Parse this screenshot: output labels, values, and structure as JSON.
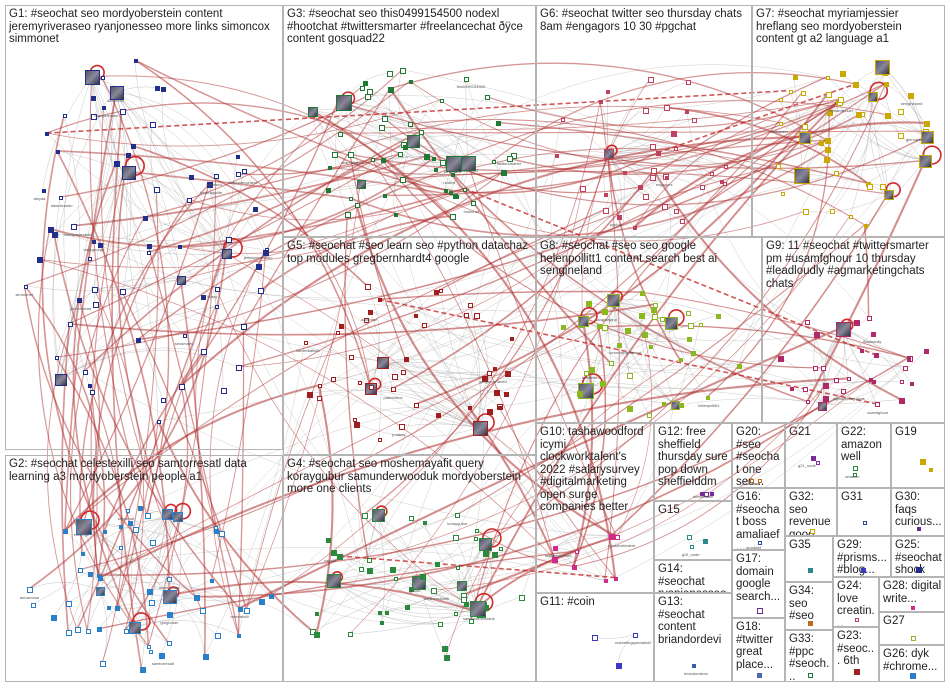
{
  "graph": {
    "groups": [
      {
        "id": "G1",
        "label": "G1: #seochat seo mordyoberstein content jeremyriveraseo ryanjonesseo more links simoncox simmonet",
        "color": "#1f2f8a"
      },
      {
        "id": "G2",
        "label": "G2: #seochat celestexilli seo samtorresatl data learning a3 mordyoberstein people a1",
        "color": "#2a7fc9"
      },
      {
        "id": "G3",
        "label": "G3: #seochat seo this0499154500 nodexl #hootchat #twittersmarter #freelancechat ðÿce content gosquad22",
        "color": "#1e7a35"
      },
      {
        "id": "G4",
        "label": "G4: #seochat seo moshemayafit query koraygubur samunderwooduk mordyoberstein more one clients",
        "color": "#2a8a3c"
      },
      {
        "id": "G5",
        "label": "G5: #seochat #seo learn seo #python datachaz top modules gregbernhardt4 google",
        "color": "#a01e1e"
      },
      {
        "id": "G6",
        "label": "G6: #seochat twitter seo thursday chats 8am #engagors 10 30 #pgchat",
        "color": "#c04060"
      },
      {
        "id": "G7",
        "label": "G7: #seochat myriamjessier hreflang seo mordyoberstein content gt a2 language a1",
        "color": "#c9a800"
      },
      {
        "id": "G8",
        "label": "G8: #seochat #seo seo google helenpollitt1 content search best ai sengineland",
        "color": "#8ab81e"
      },
      {
        "id": "G9",
        "label": "G9: 11 #seochat #twittersmarter pm #usamfghour 10 thursday #leadloudly #agmarketingchats chats",
        "color": "#b02a6a"
      },
      {
        "id": "G10",
        "label": "G10: tashawoodford icymi clockworktalent's 2022 #salarysurvey #digitalmarketing open surge companies better",
        "color": "#d02a8a"
      },
      {
        "id": "G11",
        "label": "G11: #coin",
        "color": "#3a3ac0"
      },
      {
        "id": "G12",
        "label": "G12: free sheffield thursday sure pop down sheffielddm",
        "color": "#7a2a9a"
      },
      {
        "id": "G13",
        "label": "G13: #seochat content briandordevi",
        "color": "#3a5ab0"
      },
      {
        "id": "G14",
        "label": "G14: #seochat ryanjonesseo one...",
        "color": "#5a3ab0"
      },
      {
        "id": "G15",
        "label": "G15",
        "color": "#2a8a8a"
      },
      {
        "id": "G16",
        "label": "G16: #seochat boss amaliaef...",
        "color": "#2a4aa0"
      },
      {
        "id": "G17",
        "label": "G17: domain google search...",
        "color": "#6a2a8a"
      },
      {
        "id": "G18",
        "label": "G18: #twitter great place...",
        "color": "#4a6ab0"
      },
      {
        "id": "G19",
        "label": "G19",
        "color": "#c9a800"
      },
      {
        "id": "G20",
        "label": "G20: #seo #seochat one seo...",
        "color": "#c06a20"
      },
      {
        "id": "G21",
        "label": "G21",
        "color": "#7a2a9a"
      },
      {
        "id": "G22",
        "label": "G22: amazon well",
        "color": "#2a8a3c"
      },
      {
        "id": "G23",
        "label": "G23: #seoc... 6th",
        "color": "#a01e1e"
      },
      {
        "id": "G24",
        "label": "G24: love creatin...",
        "color": "#c04060"
      },
      {
        "id": "G25",
        "label": "G25: #seochat shock",
        "color": "#1f2f8a"
      },
      {
        "id": "G26",
        "label": "G26: dyk #chrome...",
        "color": "#2a7fc9"
      },
      {
        "id": "G27",
        "label": "G27",
        "color": "#8ab81e"
      },
      {
        "id": "G28",
        "label": "G28: digital write...",
        "color": "#d02a8a"
      },
      {
        "id": "G29",
        "label": "G29: #prisms... #blog...",
        "color": "#3a3ac0"
      },
      {
        "id": "G30",
        "label": "G30: faqs curious...",
        "color": "#6a2a8a"
      },
      {
        "id": "G31",
        "label": "G31",
        "color": "#2a4aa0"
      },
      {
        "id": "G32",
        "label": "G32: seo revenue good...",
        "color": "#c9a800"
      },
      {
        "id": "G33",
        "label": "G33: #ppc #seoch...",
        "color": "#1e7a35"
      },
      {
        "id": "G34",
        "label": "G34: seo #seo",
        "color": "#c06a20"
      },
      {
        "id": "G35",
        "label": "G35",
        "color": "#2a8a8a"
      }
    ],
    "node_labels": {
      "G1": [
        "jeremyriveraseo",
        "mordyoberstein",
        "ryanjonesseo",
        "simoncox",
        "simmonet",
        "fortunatecontent",
        "kristinapolite",
        "seosmarty",
        "aleyda",
        "dawnieando",
        "lilyray",
        "saijogeorge",
        "jonhenshaw",
        "bamfseo"
      ],
      "G2": [
        "celestexilli",
        "samtorresatl",
        "kevin_indig",
        "ericenge",
        "annacrowe",
        "sejournal",
        "gregboser"
      ],
      "G3": [
        "this0499154500",
        "gosquad22",
        "nodexl",
        "hootchat",
        "twittersmarter",
        "johnmu",
        "searchliaison"
      ],
      "G4": [
        "moshemayafit",
        "koraygubur",
        "samunderwooduk",
        "navahf",
        "gyllion"
      ],
      "G5": [
        "datachaz",
        "gregbernhardt4",
        "hamletbatista",
        "jroakes",
        "patrickstox"
      ],
      "G6": [
        "pgchat",
        "engagors"
      ],
      "G7": [
        "myriamjessier",
        "sengineland",
        "billhartzer",
        "glenngabe"
      ],
      "G8": [
        "helenpollitt1",
        "sengineland",
        "brodieseo",
        "searchengineland"
      ],
      "G9": [
        "usamfghour",
        "leadloudly",
        "agmarketingchats"
      ],
      "G10": [
        "tashawoodford",
        "clockworktalent"
      ],
      "G11": [
        "marketingspecialist2"
      ],
      "G12": [
        "sheffielddm"
      ],
      "G13": [
        "briandordevic"
      ],
      "G14": [
        "ryanjonesseo"
      ],
      "G15": [
        "g15_node"
      ],
      "G16": [
        "amaliaef"
      ],
      "G20": [
        "seochat"
      ],
      "G21": [
        "g21_node"
      ],
      "G22": [
        "amazon"
      ]
    }
  }
}
